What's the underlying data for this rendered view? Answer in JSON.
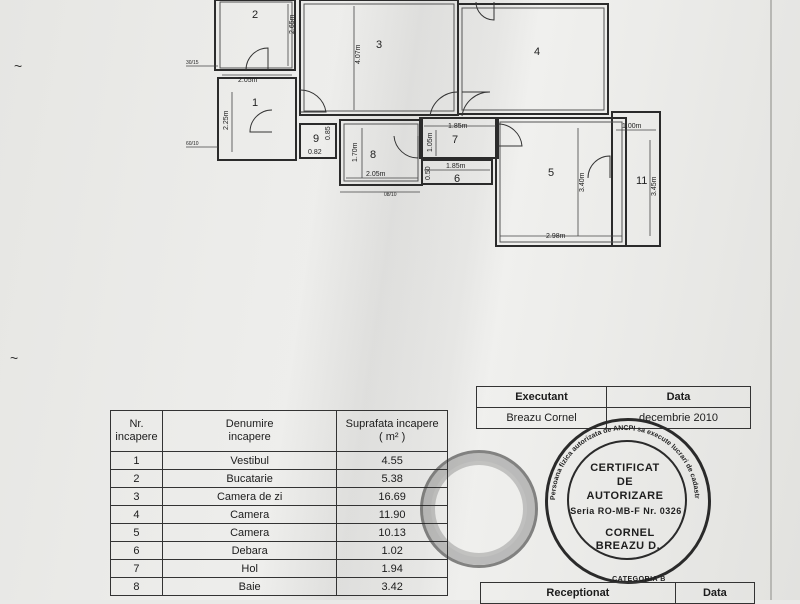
{
  "floor_plan": {
    "room_numbers": [
      "1",
      "2",
      "3",
      "4",
      "5",
      "6",
      "7",
      "8",
      "9",
      "11"
    ],
    "dimensions": {
      "r2_height": "2.65m",
      "r1_width": "2.05m",
      "r1_height": "2.25m",
      "r3_height": "4.07m",
      "r9_a": "0.85",
      "r9_b": "0.82",
      "r8_height": "1.70m",
      "r8_width": "2.05m",
      "r6_height": "0.50",
      "r6_width": "1.85m",
      "r7_width": "1.85m",
      "r7_height": "1.05m",
      "r11_width": "1.00m",
      "r11_height": "3.45m",
      "r5_height": "3.40m",
      "r5_width": "2.98m"
    },
    "small_labels": [
      "30/15",
      "60/10",
      "08/10"
    ]
  },
  "executant_table": {
    "headers": [
      "Executant",
      "Data"
    ],
    "row": [
      "Breazu Cornel",
      "decembrie 2010"
    ]
  },
  "rooms_table": {
    "headers": {
      "nr_line1": "Nr.",
      "nr_line2": "incapere",
      "name_line1": "Denumire",
      "name_line2": "incapere",
      "area_line1": "Suprafata incapere",
      "area_line2": "( m² )"
    },
    "rows": [
      {
        "nr": "1",
        "name": "Vestibul",
        "area": "4.55"
      },
      {
        "nr": "2",
        "name": "Bucatarie",
        "area": "5.38"
      },
      {
        "nr": "3",
        "name": "Camera de zi",
        "area": "16.69"
      },
      {
        "nr": "4",
        "name": "Camera",
        "area": "11.90"
      },
      {
        "nr": "5",
        "name": "Camera",
        "area": "10.13"
      },
      {
        "nr": "6",
        "name": "Debara",
        "area": "1.02"
      },
      {
        "nr": "7",
        "name": "Hol",
        "area": "1.94"
      },
      {
        "nr": "8",
        "name": "Baie",
        "area": "3.42"
      }
    ]
  },
  "receptionat_table": {
    "headers": [
      "Receptionat",
      "Data"
    ]
  },
  "stamp": {
    "line1": "CERTIFICAT",
    "line2": "DE",
    "line3": "AUTORIZARE",
    "line4": "Seria RO-MB-F Nr. 0326",
    "line5": "CORNEL",
    "line6": "BREAZU D.",
    "line7": "CATEGORIA B",
    "ring_text": "Persoana fizica autorizata de ANCPI sa execute lucrari de cadastru"
  }
}
